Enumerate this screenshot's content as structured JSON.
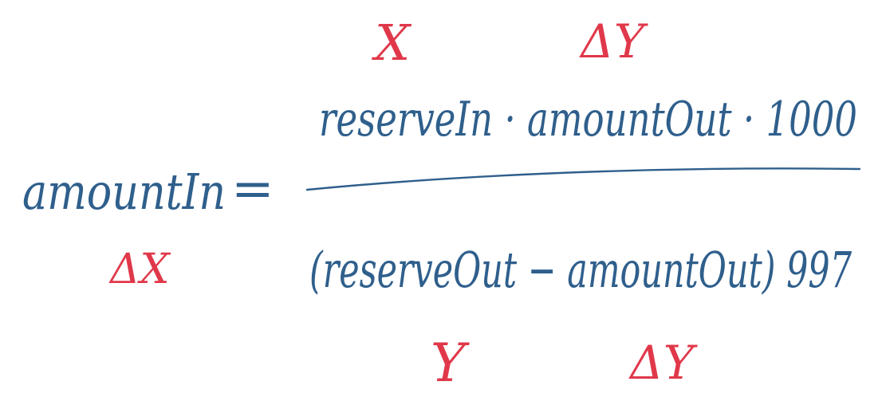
{
  "colors": {
    "ink_blue": "#2f5f8c",
    "ink_red": "#e0384a",
    "background": "#ffffff"
  },
  "equation": {
    "lhs": "amountIn",
    "equals": "=",
    "numerator": "reserveIn · amountOut · 1000",
    "denominator": "(reserveOut − amountOut) 997"
  },
  "annotations": {
    "lhs_label": "ΔX",
    "reserve_in_label": "X",
    "amount_out_top_label": "ΔY",
    "reserve_out_label": "Y",
    "amount_out_bottom_label": "ΔY"
  }
}
